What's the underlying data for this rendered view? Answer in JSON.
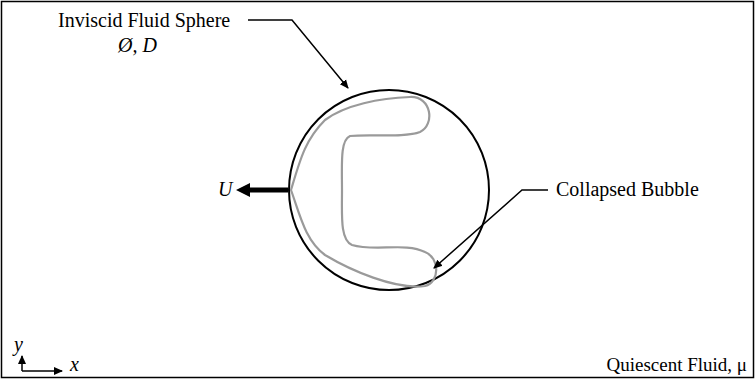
{
  "diagram": {
    "labels": [
      "Inviscid Fluid Sphere",
      "Ø, D",
      "U",
      "Collapsed Bubble",
      "y",
      "x",
      "Quiescent Fluid, μ"
    ]
  }
}
